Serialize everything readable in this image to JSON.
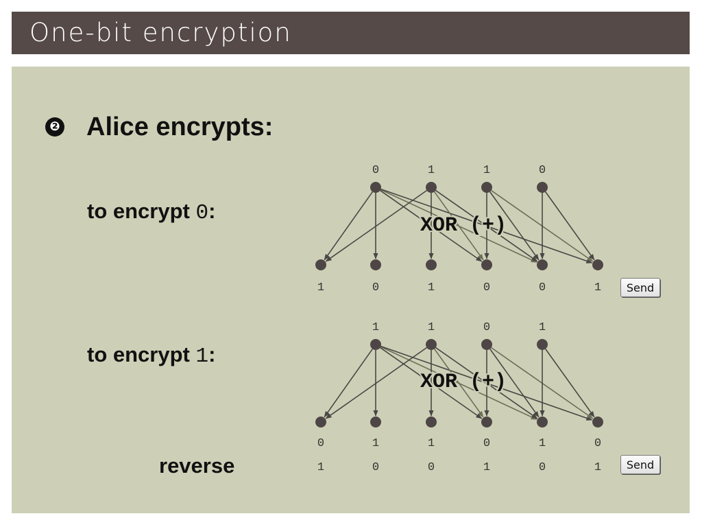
{
  "slide": {
    "title": "One-bit encryption",
    "bullet": "❷",
    "heading": "Alice encrypts:"
  },
  "colors": {
    "title_bg": "#554a47",
    "content_bg": "#cdd0b6",
    "node": "#4e4646",
    "edge_dark": "#4a4646",
    "edge_light": "#6d6d58"
  },
  "circuits": [
    {
      "label_prefix": "to encrypt",
      "label_bit": "0",
      "label_suffix": ":",
      "inputs": [
        "0",
        "1",
        "1",
        "0"
      ],
      "operation": "XOR (+)",
      "outputs": [
        "1",
        "0",
        "1",
        "0",
        "0",
        "1"
      ],
      "button_label": "Send",
      "edges": [
        [
          0,
          0
        ],
        [
          0,
          1
        ],
        [
          0,
          3
        ],
        [
          0,
          4
        ],
        [
          0,
          5
        ],
        [
          1,
          0
        ],
        [
          1,
          2
        ],
        [
          1,
          3
        ],
        [
          1,
          4
        ],
        [
          2,
          3
        ],
        [
          2,
          4
        ],
        [
          2,
          5
        ],
        [
          3,
          4
        ],
        [
          3,
          5
        ]
      ]
    },
    {
      "label_prefix": "to encrypt",
      "label_bit": "1",
      "label_suffix": ":",
      "inputs": [
        "1",
        "1",
        "0",
        "1"
      ],
      "operation": "XOR (+)",
      "outputs": [
        "0",
        "1",
        "1",
        "0",
        "1",
        "0"
      ],
      "reverse_label": "reverse",
      "reversed_outputs": [
        "1",
        "0",
        "0",
        "1",
        "0",
        "1"
      ],
      "button_label": "Send",
      "edges": [
        [
          0,
          0
        ],
        [
          0,
          1
        ],
        [
          0,
          3
        ],
        [
          0,
          4
        ],
        [
          0,
          5
        ],
        [
          1,
          0
        ],
        [
          1,
          2
        ],
        [
          1,
          3
        ],
        [
          1,
          4
        ],
        [
          2,
          3
        ],
        [
          2,
          4
        ],
        [
          2,
          5
        ],
        [
          3,
          4
        ],
        [
          3,
          5
        ]
      ]
    }
  ]
}
